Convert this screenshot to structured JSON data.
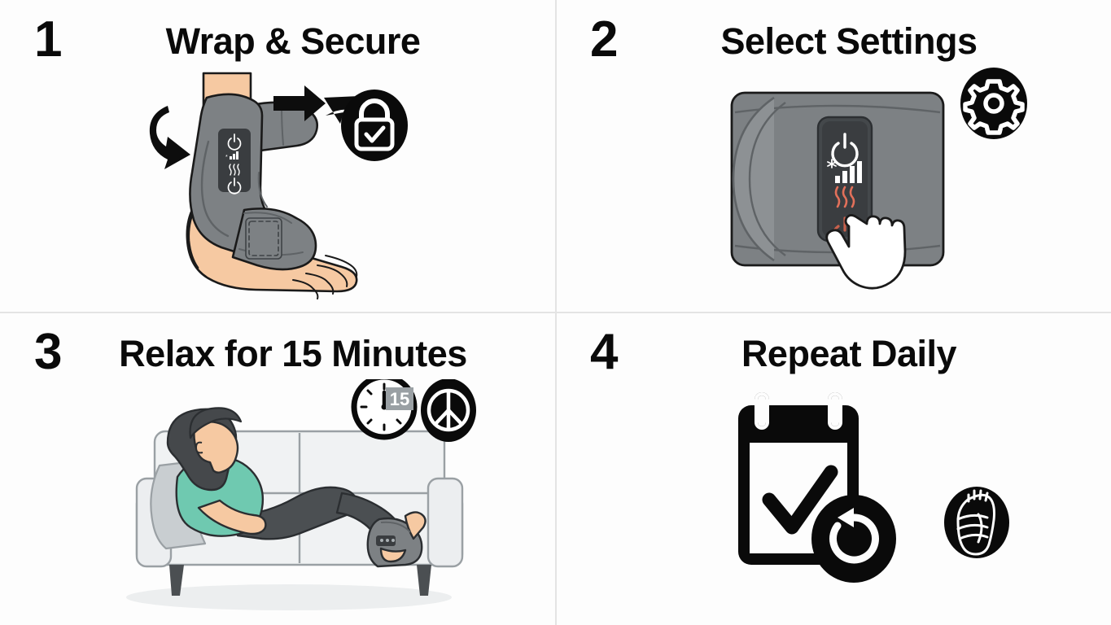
{
  "doc": {
    "background_color": "#fdfdfd",
    "divider_color": "#e4e4e4",
    "layout": "2x2 instructional step grid"
  },
  "palette": {
    "ink": "#0a0a0a",
    "device_grey": "#7d8184",
    "device_grey_dark": "#6a6e71",
    "device_grey_light": "#8d9194",
    "panel_dark": "#3a3d40",
    "skin": "#f6c9a2",
    "skin_shadow": "#e8b189",
    "sofa": "#eef0f1",
    "sofa_line": "#b9bec1",
    "shirt_teal": "#6fc9b0",
    "hair": "#45484b",
    "legging": "#4b4f52",
    "heat_orange": "#e2705a",
    "white": "#ffffff"
  },
  "steps": [
    {
      "number": "1",
      "title": "Wrap & Secure",
      "badge_icon": "lock-check-icon",
      "illustration": "ankle-wrap-on-foot",
      "device_panel_icons": [
        "power-icon",
        "intensity-bars-icon",
        "heat-waves-icon",
        "power-icon"
      ],
      "motion_arrows": [
        "wrap-arrow-left",
        "wrap-arrow-right"
      ]
    },
    {
      "number": "2",
      "title": "Select Settings",
      "badge_icon": "gear-icon",
      "illustration": "massager-control-device",
      "control_buttons": [
        {
          "name": "power-button",
          "icon": "power-icon",
          "state": "off",
          "color": "#ffffff"
        },
        {
          "name": "intensity-button",
          "icon": "intensity-bars-icon",
          "state": "off",
          "color": "#ffffff"
        },
        {
          "name": "heat-button",
          "icon": "heat-waves-icon",
          "state": "active",
          "color": "#e2705a"
        },
        {
          "name": "heat-power-button",
          "icon": "power-icon",
          "state": "active",
          "color": "#e2705a"
        }
      ],
      "pointer": "hand-pointer-icon"
    },
    {
      "number": "3",
      "title": "Relax for 15 Minutes",
      "badge_icon": "peace-icon",
      "illustration": "person-reclining-on-sofa",
      "timer": {
        "icon": "clock-icon",
        "value": "15"
      }
    },
    {
      "number": "4",
      "title": "Repeat Daily",
      "badge_icon": "foot-wrap-icon",
      "illustration": "calendar-with-check",
      "overlay_icon": "refresh-rotate-icon"
    }
  ]
}
